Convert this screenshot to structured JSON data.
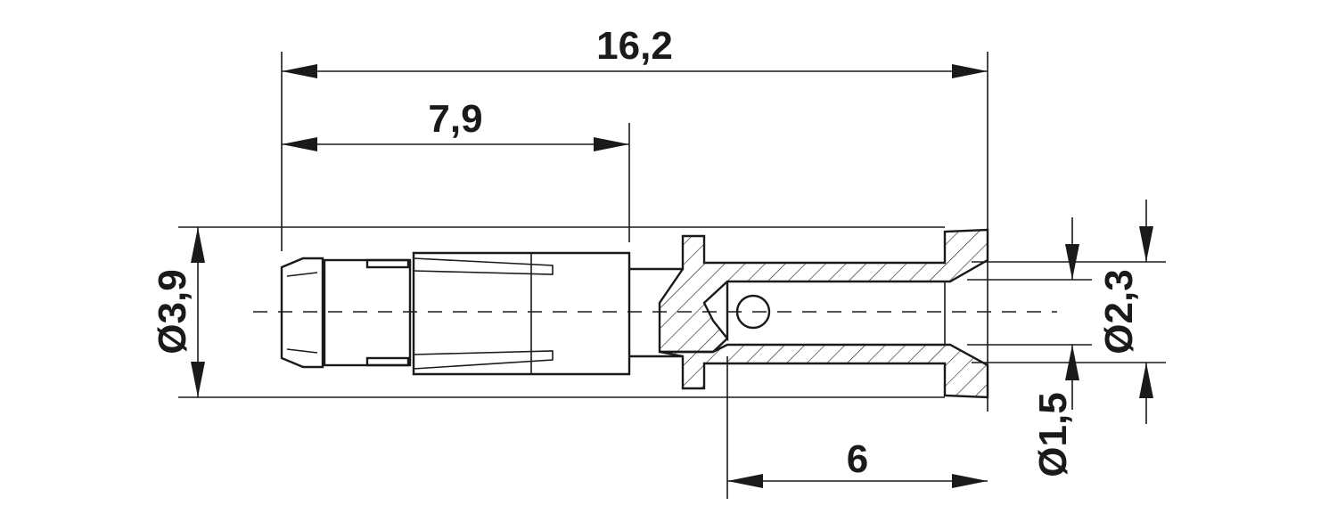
{
  "drawing": {
    "dimensions": {
      "overall_length": "16,2",
      "front_length": "7,9",
      "crimp_length": "6",
      "outer_diameter": "Ø3,9",
      "inner_diameter_small": "Ø1,5",
      "inner_diameter_large": "Ø2,3"
    }
  }
}
